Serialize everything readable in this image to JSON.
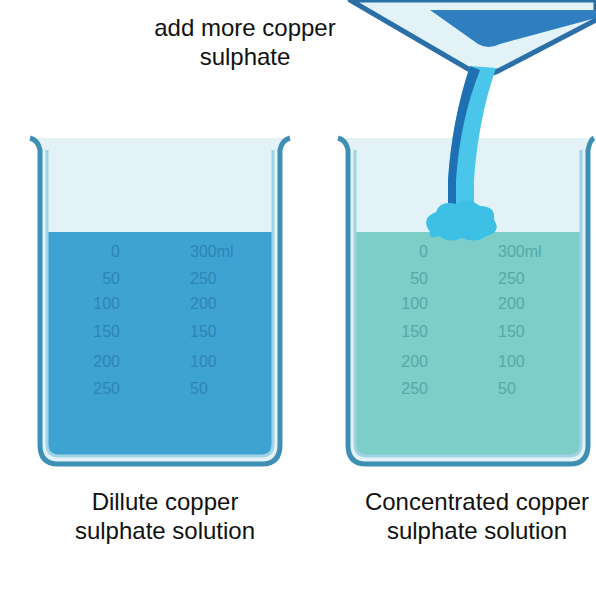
{
  "diagram": {
    "labels": [
      "add more copper sulphate",
      "Dillute copper sulphate solution",
      "Concentrated copper sulphate solution",
      "0",
      "50",
      "100",
      "150",
      "200",
      "250",
      "300ml",
      "250",
      "200",
      "150",
      "100",
      "50",
      "0",
      "50",
      "100",
      "150",
      "200",
      "250",
      "300ml",
      "250",
      "200",
      "150",
      "100",
      "50"
    ]
  }
}
